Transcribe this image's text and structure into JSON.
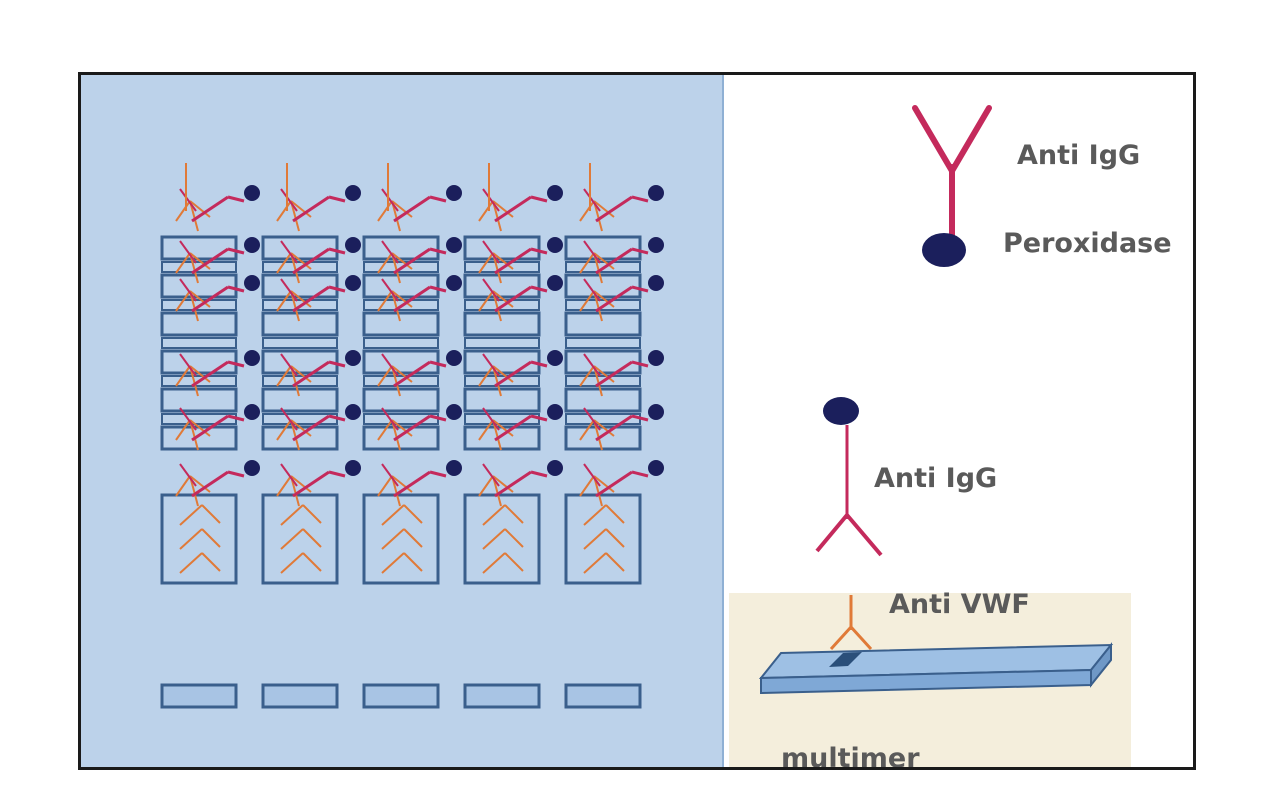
{
  "legend": {
    "antibody_label": "Anti IgG",
    "enzyme_label": "Peroxidase"
  },
  "detail": {
    "secondary_label": "Anti IgG",
    "primary_label": "Anti VWF",
    "substrate_label": "multimer"
  },
  "gel": {
    "lanes": 5,
    "upper_band_rows": 6
  },
  "colors": {
    "gel_panel": "#bcd2ea",
    "band_outline": "#3a5f8c",
    "anti_igg": "#c42a5c",
    "anti_vwf": "#e07a38",
    "peroxidase": "#1b1f5c",
    "substrate_bg": "#f4eedc",
    "membrane": "#9ec0e4"
  }
}
